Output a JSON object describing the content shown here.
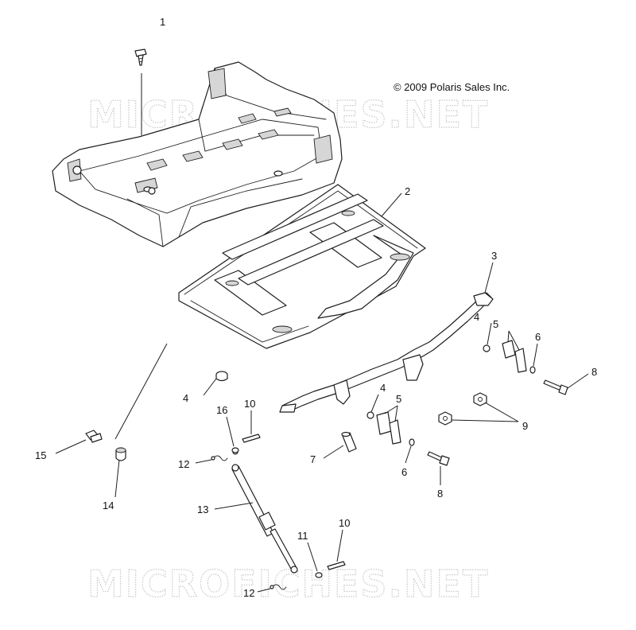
{
  "copyright": "© 2009 Polaris Sales Inc.",
  "watermarks": [
    "MICROFICHES.NET",
    "MICROFICHES.NET"
  ],
  "callouts": {
    "c1": "1",
    "c2": "2",
    "c3": "3",
    "c4a": "4",
    "c4b": "4",
    "c4c": "4",
    "c5a": "5",
    "c5b": "5",
    "c6a": "6",
    "c6b": "6",
    "c7": "7",
    "c8a": "8",
    "c8b": "8",
    "c9": "9",
    "c10a": "10",
    "c10b": "10",
    "c11": "11",
    "c12a": "12",
    "c12b": "12",
    "c13": "13",
    "c14": "14",
    "c15": "15",
    "c16": "16"
  },
  "colors": {
    "line": "#1e1e1e",
    "watermark": "#c8c8c8",
    "background": "#ffffff"
  }
}
